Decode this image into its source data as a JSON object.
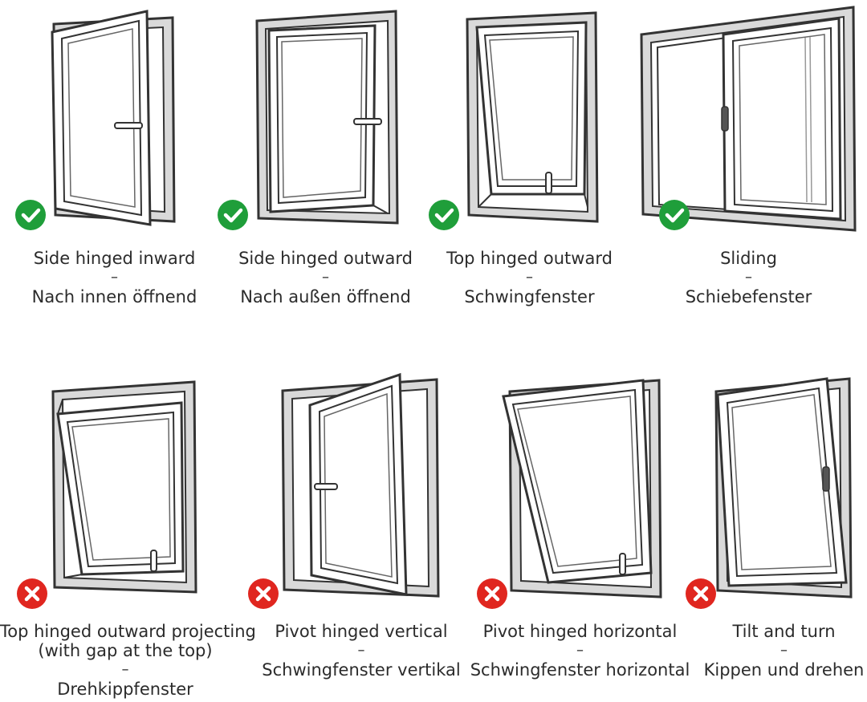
{
  "colors": {
    "ok": "#1f9e3a",
    "no": "#e0261f",
    "frame_fill": "#d9d9d9",
    "stroke": "#333333"
  },
  "window_types": [
    {
      "line1": "Side hinged inward",
      "sep": "–",
      "line2": "Nach innen öffnend",
      "status": "allowed",
      "icon": "check-icon"
    },
    {
      "line1": "Side hinged outward",
      "sep": "–",
      "line2": "Nach außen öffnend",
      "status": "allowed",
      "icon": "check-icon"
    },
    {
      "line1": "Top hinged outward",
      "sep": "–",
      "line2": "Schwingfenster",
      "status": "allowed",
      "icon": "check-icon"
    },
    {
      "line1": "Sliding",
      "sep": "–",
      "line2": "Schiebefenster",
      "status": "allowed",
      "icon": "check-icon"
    },
    {
      "line1": "Top hinged outward projecting",
      "line1b": "(with gap at the top)",
      "sep": "–",
      "line2": "Drehkippfenster",
      "status": "not-allowed",
      "icon": "cross-icon"
    },
    {
      "line1": "Pivot hinged vertical",
      "sep": "–",
      "line2": "Schwingfenster vertikal",
      "status": "not-allowed",
      "icon": "cross-icon"
    },
    {
      "line1": "Pivot hinged horizontal",
      "sep": "–",
      "line2": "Schwingfenster horizontal",
      "status": "not-allowed",
      "icon": "cross-icon"
    },
    {
      "line1": "Tilt and turn",
      "sep": "–",
      "line2": "Kippen und drehen",
      "status": "not-allowed",
      "icon": "cross-icon"
    }
  ]
}
